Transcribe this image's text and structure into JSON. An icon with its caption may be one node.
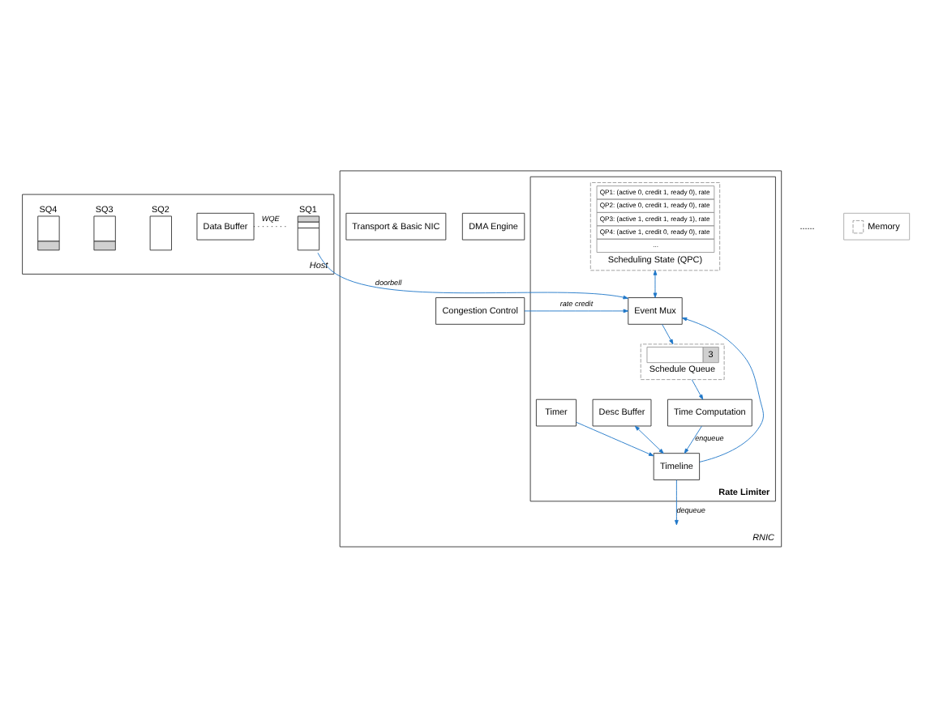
{
  "diagram": {
    "nodes": [
      {
        "text": [
          "Host"
        ]
      },
      {
        "text": [
          "Data Buffer"
        ],
        "in": 0
      },
      {
        "text": [
          "SQ1"
        ],
        "in": 0
      },
      {
        "text": [
          "SQ2"
        ],
        "in": 0
      },
      {
        "text": [
          "SQ3"
        ],
        "in": 0
      },
      {
        "text": [
          "SQ4"
        ],
        "in": 0
      },
      {
        "text": [
          "RNIC"
        ]
      },
      {
        "text": [
          "Rate Limiter"
        ],
        "in": 6
      },
      {
        "text": [
          "QP1: (active 0, credit 1, ready 0), rate",
          "QP2: (active 0, credit 1, ready 0), rate",
          "QP3: (active 1, credit 1, ready 1), rate",
          "QP4: (active 1, credit 0, ready 0), rate",
          "...",
          "Scheduling State (QPC)"
        ],
        "in": 7
      },
      {
        "text": [
          "Event Mux"
        ],
        "in": 7
      },
      {
        "text": [
          "Congestion Control"
        ],
        "in": 6
      },
      {
        "text": [
          "3",
          "Schedule Queue"
        ],
        "in": 7
      },
      {
        "text": [
          "Desc Buffer"
        ],
        "in": 7
      },
      {
        "text": [
          "Time Computation"
        ],
        "in": 7
      },
      {
        "text": [
          "DMA Engine"
        ],
        "in": 6
      },
      {
        "text": [
          "Timer"
        ],
        "in": 7
      },
      {
        "text": [
          "Transport & Basic NIC"
        ],
        "in": 6
      },
      {
        "text": [
          "Timeline"
        ],
        "in": 7
      }
    ],
    "edges": [
      {
        "from": 1,
        "to": 2,
        "arrow": "none",
        "label": "WQE",
        "style": "dashed",
        "color": "#000000"
      },
      {
        "from": 2,
        "to": 9,
        "arrow": "to",
        "label": "doorbell"
      },
      {
        "from": 8,
        "to": 9,
        "arrow": "both"
      },
      {
        "from": 10,
        "to": 9,
        "arrow": "to",
        "label": "rate credit"
      },
      {
        "from": 9,
        "to": 11,
        "arrow": "to"
      },
      {
        "from": 11,
        "to": 13,
        "arrow": "to"
      },
      {
        "from": 13,
        "to": 17,
        "arrow": "to",
        "label": "enqueue"
      },
      {
        "from": 15,
        "to": 17,
        "arrow": "to"
      },
      {
        "from": 12,
        "to": 17,
        "arrow": "both"
      },
      {
        "from": 17,
        "to": 9,
        "arrow": "to"
      },
      {
        "from": 17,
        "to": null,
        "arrow": "to",
        "label": "dequeue"
      }
    ],
    "labels": [
      "......"
    ],
    "legend": [
      {
        "text": "Memory"
      }
    ]
  }
}
